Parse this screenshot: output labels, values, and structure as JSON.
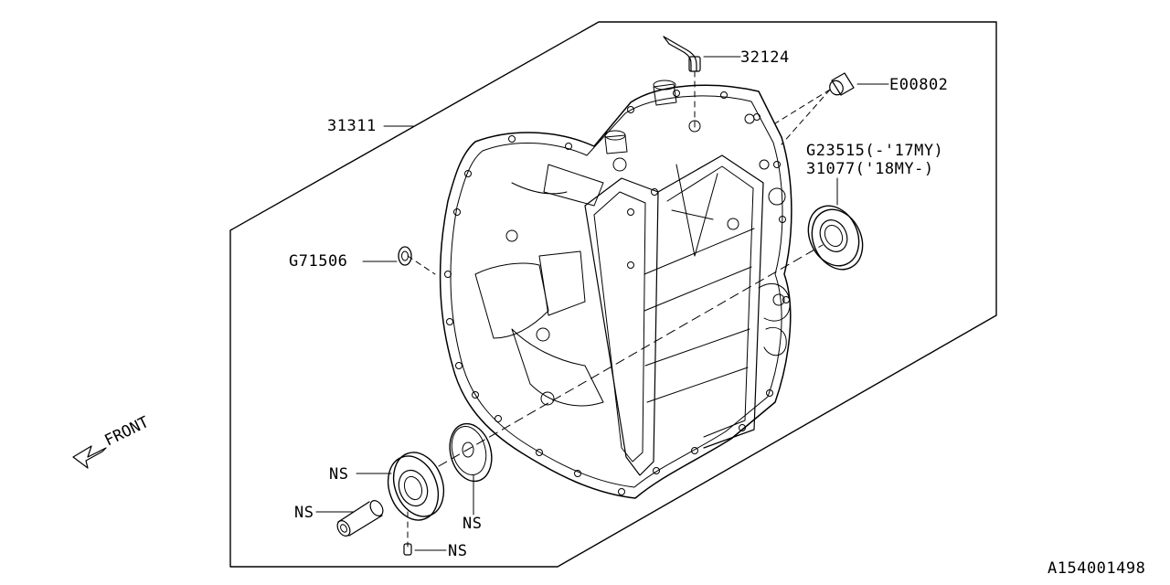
{
  "labels": {
    "breather": "32124",
    "plug": "E00802",
    "housing": "31311",
    "bearing_upper_a": "G23515(-'17MY)",
    "bearing_upper_b": "31077('18MY-)",
    "seal": "G71506",
    "ns_bearing": "NS",
    "ns_pin": "NS",
    "ns_seal": "NS",
    "ns_dowel": "NS",
    "front": "FRONT",
    "figure_id": "A154001498"
  },
  "colors": {
    "line": "#000000",
    "background": "#ffffff"
  }
}
